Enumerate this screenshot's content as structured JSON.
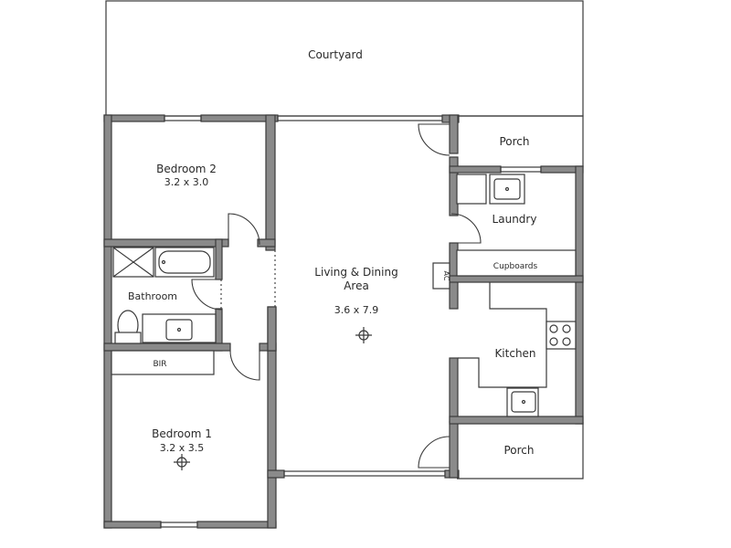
{
  "plan": {
    "courtyard": "Courtyard",
    "porch_top": "Porch",
    "porch_bottom": "Porch",
    "bedroom2": {
      "name": "Bedroom 2",
      "size": "3.2 x 3.0"
    },
    "bedroom1": {
      "name": "Bedroom 1",
      "size": "3.2 x 3.5"
    },
    "bathroom": "Bathroom",
    "bir": "BIR",
    "living": {
      "name_line1": "Living & Dining",
      "name_line2": "Area",
      "size": "3.6 x 7.9"
    },
    "laundry": "Laundry",
    "cupboards": "Cupboards",
    "kitchen": "Kitchen",
    "ac": "AC"
  }
}
